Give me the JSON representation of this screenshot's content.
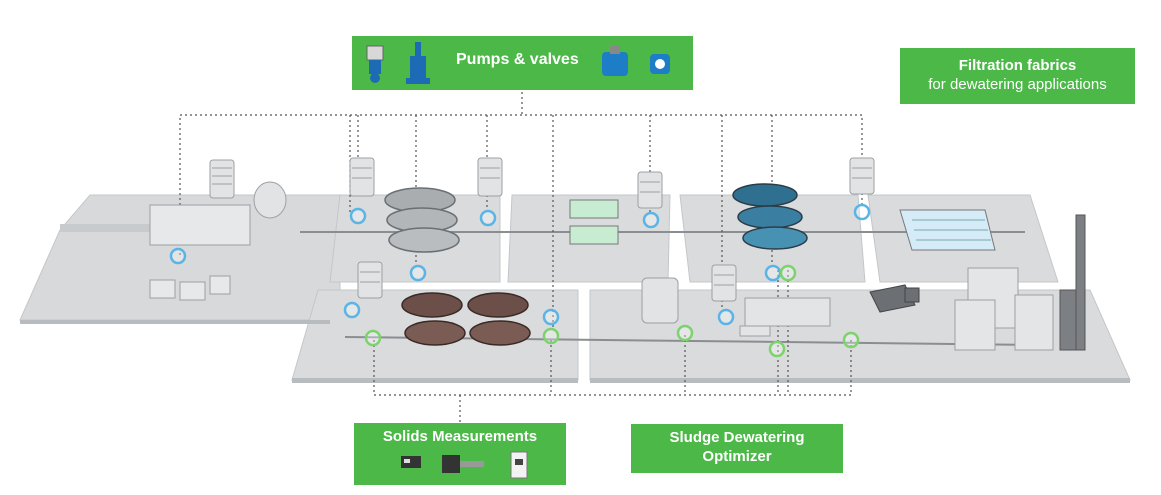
{
  "labels": {
    "pumps_valves": "Pumps & valves",
    "filtration_title": "Filtration fabrics",
    "filtration_sub": "for dewatering applications",
    "solids": "Solids Measurements",
    "sludge_line1": "Sludge Dewatering",
    "sludge_line2": "Optimizer"
  },
  "colors": {
    "accent_green": "#4cb848",
    "platform": "#d7d9db",
    "platform_edge": "#b9bcbf",
    "marker_blue": "#5ab4e6",
    "marker_green": "#7dd36b",
    "sludge_tank": "#6b4f48",
    "clarifier": "#2f6f8f"
  },
  "icons": [
    "pump-icon",
    "valve-icon",
    "analyzer-icon",
    "sensor-icon",
    "truck-icon",
    "chimney-icon"
  ]
}
